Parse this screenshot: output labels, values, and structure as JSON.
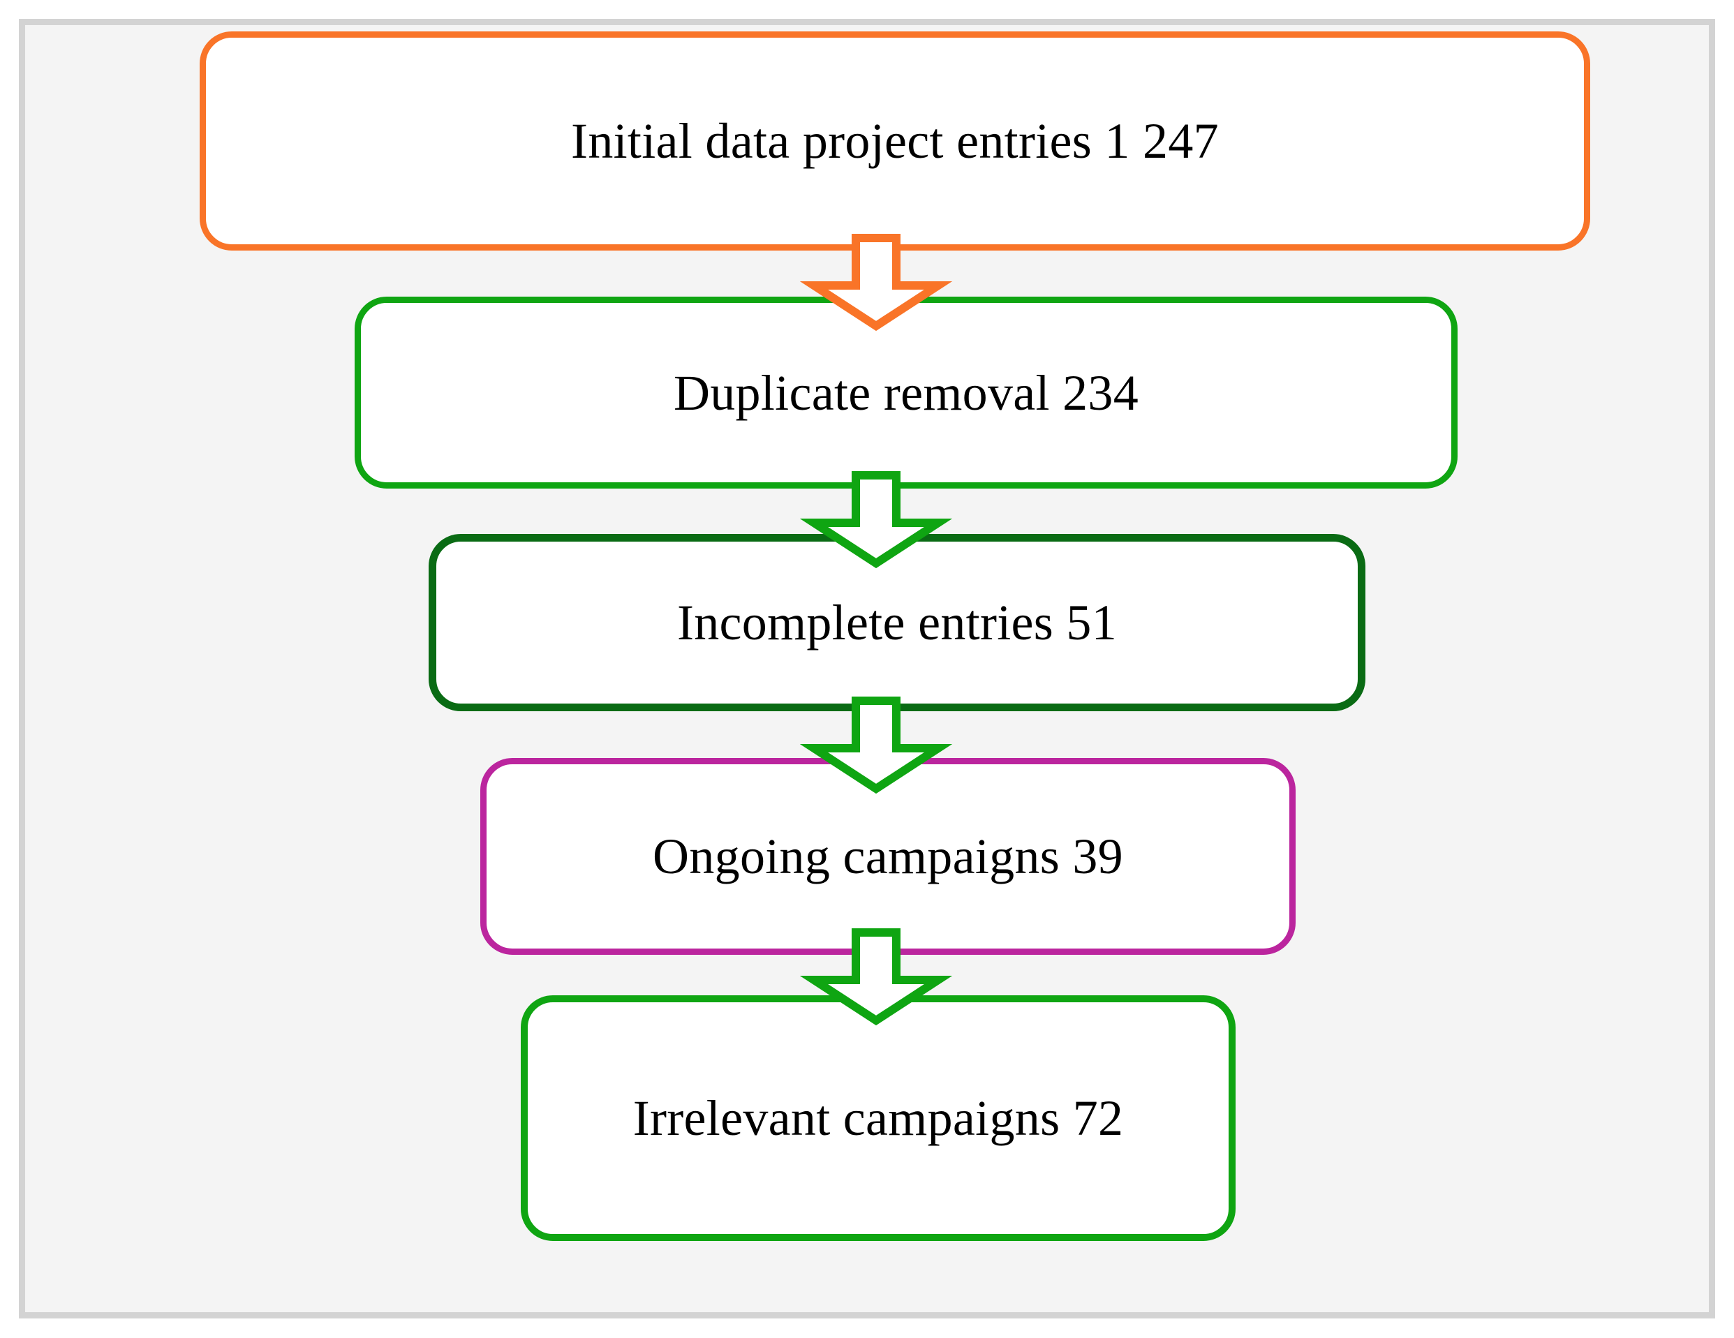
{
  "figure": {
    "type": "flowchart-funnel",
    "orientation": "vertical-top-down",
    "background_color": "#f4f4f4",
    "frame_border_color": "#d3d3d3",
    "box_fill_color": "#ffffff",
    "text_color": "#000000"
  },
  "chart_data": {
    "type": "funnel",
    "title": "",
    "categories": [
      "Initial data project entries",
      "Duplicate removal",
      "Incomplete entries",
      "Ongoing campaigns",
      "Irrelevant campaigns"
    ],
    "values": [
      1247,
      234,
      51,
      39,
      72
    ],
    "value_labels": [
      "1 247",
      "234",
      "51",
      "39",
      "72"
    ],
    "colors": [
      "#f97428",
      "#0fa512",
      "#0a6b14",
      "#bb259e",
      "#0fa512"
    ]
  },
  "nodes": [
    {
      "id": "initial-data-project-entries",
      "label": "Initial data project entries 1 247",
      "name": "Initial data project entries",
      "value": "1 247",
      "border_color": "#f97428"
    },
    {
      "id": "duplicate-removal",
      "label": "Duplicate removal 234",
      "name": "Duplicate removal",
      "value": "234",
      "border_color": "#0fa512"
    },
    {
      "id": "incomplete-entries",
      "label": "Incomplete entries 51",
      "name": "Incomplete entries",
      "value": "51",
      "border_color": "#0a6b14"
    },
    {
      "id": "ongoing-campaigns",
      "label": "Ongoing campaigns 39",
      "name": "Ongoing campaigns",
      "value": "39",
      "border_color": "#bb259e"
    },
    {
      "id": "irrelevant-campaigns",
      "label": "Irrelevant campaigns 72",
      "name": "Irrelevant campaigns",
      "value": "72",
      "border_color": "#0fa512"
    }
  ],
  "connectors": [
    {
      "id": "arrow-1",
      "from": "initial-data-project-entries",
      "to": "duplicate-removal",
      "color": "#f97428",
      "shape": "block-arrow-down"
    },
    {
      "id": "arrow-2",
      "from": "duplicate-removal",
      "to": "incomplete-entries",
      "color": "#0fa512",
      "shape": "block-arrow-down"
    },
    {
      "id": "arrow-3",
      "from": "incomplete-entries",
      "to": "ongoing-campaigns",
      "color": "#0fa512",
      "shape": "block-arrow-down"
    },
    {
      "id": "arrow-4",
      "from": "ongoing-campaigns",
      "to": "irrelevant-campaigns",
      "color": "#0fa512",
      "shape": "block-arrow-down"
    }
  ]
}
